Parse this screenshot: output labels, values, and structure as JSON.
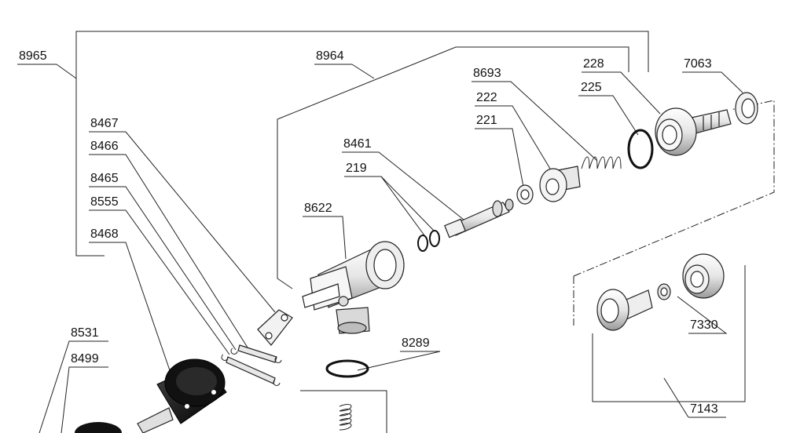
{
  "colors": {
    "line": "#222222",
    "part_light": "#f2f2f2",
    "part_mid": "#cfcfcf",
    "part_dark": "#111111",
    "background": "#ffffff"
  },
  "labels": {
    "p8965": "8965",
    "p8964": "8964",
    "p8693": "8693",
    "p228": "228",
    "p225": "225",
    "p7063": "7063",
    "p222": "222",
    "p221": "221",
    "p8467": "8467",
    "p8461": "8461",
    "p8466": "8466",
    "p219": "219",
    "p8465": "8465",
    "p8555": "8555",
    "p8622": "8622",
    "p8468": "8468",
    "p8289": "8289",
    "p7330": "7330",
    "p8531": "8531",
    "p8499": "8499",
    "p7143": "7143"
  }
}
